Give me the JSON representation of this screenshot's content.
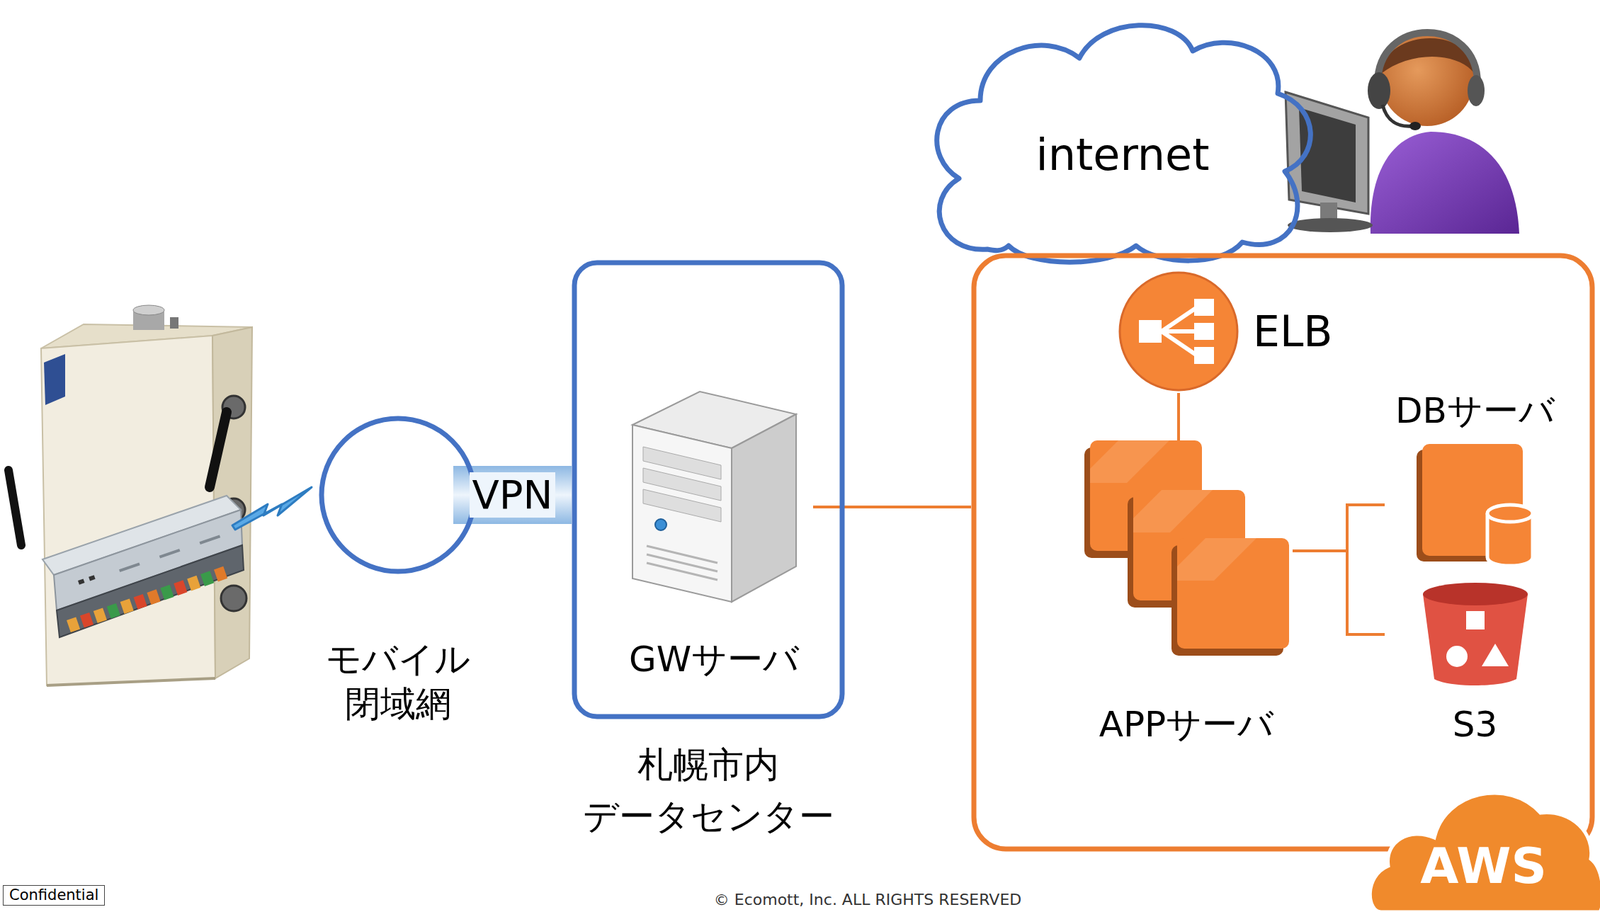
{
  "diagram": {
    "nodes": [
      {
        "text": [
          "モバイル 閉域網"
        ]
      },
      {
        "text": [
          "札幌市内 データセンター"
        ]
      },
      {
        "text": [
          "GWサーバ"
        ],
        "in": 1
      },
      {
        "text": [
          "internet"
        ]
      },
      {
        "text": [
          "AWS"
        ]
      },
      {
        "text": [
          "ELB"
        ],
        "in": 4
      },
      {
        "text": [
          "APPサーバ"
        ],
        "in": 4
      },
      {
        "text": [
          "DBサーバ"
        ],
        "in": 4
      },
      {
        "text": [
          "S3"
        ],
        "in": 4
      }
    ],
    "edges": [
      {
        "from": 0,
        "to": 1,
        "label": "VPN",
        "arrow": "none"
      },
      {
        "from": 2,
        "to": 4,
        "arrow": "none"
      },
      {
        "from": 5,
        "to": 6,
        "arrow": "none"
      },
      {
        "from": 6,
        "to": 7,
        "arrow": "none"
      },
      {
        "from": 6,
        "to": 8,
        "arrow": "none"
      }
    ],
    "labels": [
      "Confidential",
      "© Ecomott, Inc. ALL RIGHTS RESERVED"
    ]
  }
}
